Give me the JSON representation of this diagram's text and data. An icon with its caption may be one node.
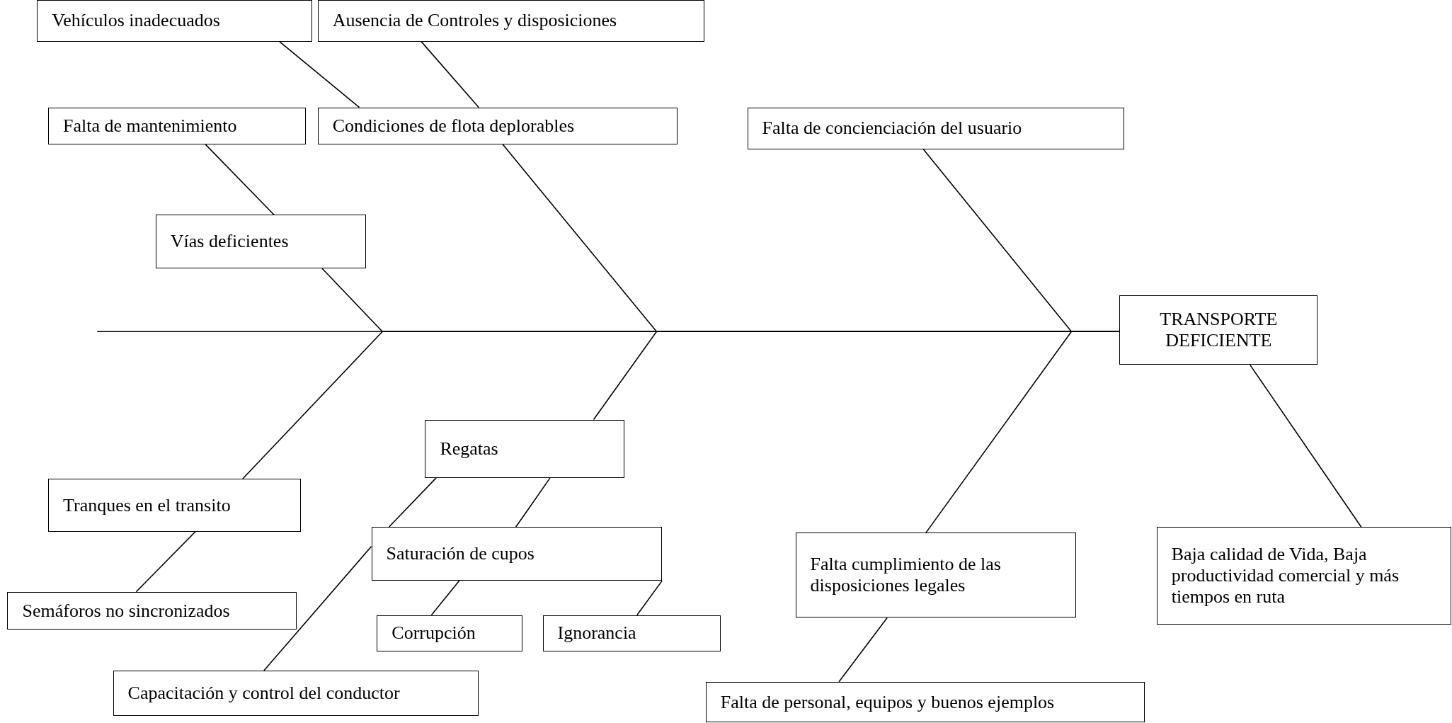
{
  "diagram": {
    "nodes": [
      {
        "text": [
          "Vehículos inadecuados"
        ]
      },
      {
        "text": [
          "Ausencia de Controles y disposiciones"
        ]
      },
      {
        "text": [
          "Falta de mantenimiento"
        ]
      },
      {
        "text": [
          "Condiciones de flota deplorables"
        ]
      },
      {
        "text": [
          "Falta de concienciación del usuario"
        ]
      },
      {
        "text": [
          "Vías deficientes"
        ]
      },
      {
        "text": [
          "TRANSPORTE DEFICIENTE"
        ]
      },
      {
        "text": [
          "Regatas"
        ]
      },
      {
        "text": [
          "Tranques en el transito"
        ]
      },
      {
        "text": [
          "Saturación de cupos"
        ]
      },
      {
        "text": [
          "Baja calidad de Vida, Baja productividad comercial y más tiempos en ruta"
        ]
      },
      {
        "text": [
          "Falta cumplimiento de las disposiciones legales"
        ]
      },
      {
        "text": [
          "Semáforos no sincronizados"
        ]
      },
      {
        "text": [
          "Corrupción"
        ]
      },
      {
        "text": [
          "Ignorancia"
        ]
      },
      {
        "text": [
          "Capacitación y control del conductor"
        ]
      },
      {
        "text": [
          "Falta de personal, equipos y buenos ejemplos"
        ]
      }
    ],
    "edges": [
      {
        "from": 0,
        "to": 3,
        "arrow": "none"
      },
      {
        "from": 1,
        "to": 3,
        "arrow": "none"
      },
      {
        "from": 2,
        "to": 5,
        "arrow": "none"
      },
      {
        "from": 3,
        "to": 6,
        "arrow": "none"
      },
      {
        "from": 4,
        "to": 6,
        "arrow": "none"
      },
      {
        "from": 5,
        "to": 6,
        "arrow": "none"
      },
      {
        "from": null,
        "to": 6,
        "arrow": "none"
      },
      {
        "from": 6,
        "to": 10,
        "arrow": "none"
      },
      {
        "from": 7,
        "to": 6,
        "arrow": "none"
      },
      {
        "from": 8,
        "to": 6,
        "arrow": "none"
      },
      {
        "from": 12,
        "to": 8,
        "arrow": "none"
      },
      {
        "from": 9,
        "to": 7,
        "arrow": "none"
      },
      {
        "from": 9,
        "to": 7,
        "arrow": "none"
      },
      {
        "from": 15,
        "to": 9,
        "arrow": "none"
      },
      {
        "from": 13,
        "to": 9,
        "arrow": "none"
      },
      {
        "from": 14,
        "to": 9,
        "arrow": "none"
      },
      {
        "from": 11,
        "to": 6,
        "arrow": "none"
      },
      {
        "from": 16,
        "to": 11,
        "arrow": "none"
      }
    ]
  }
}
